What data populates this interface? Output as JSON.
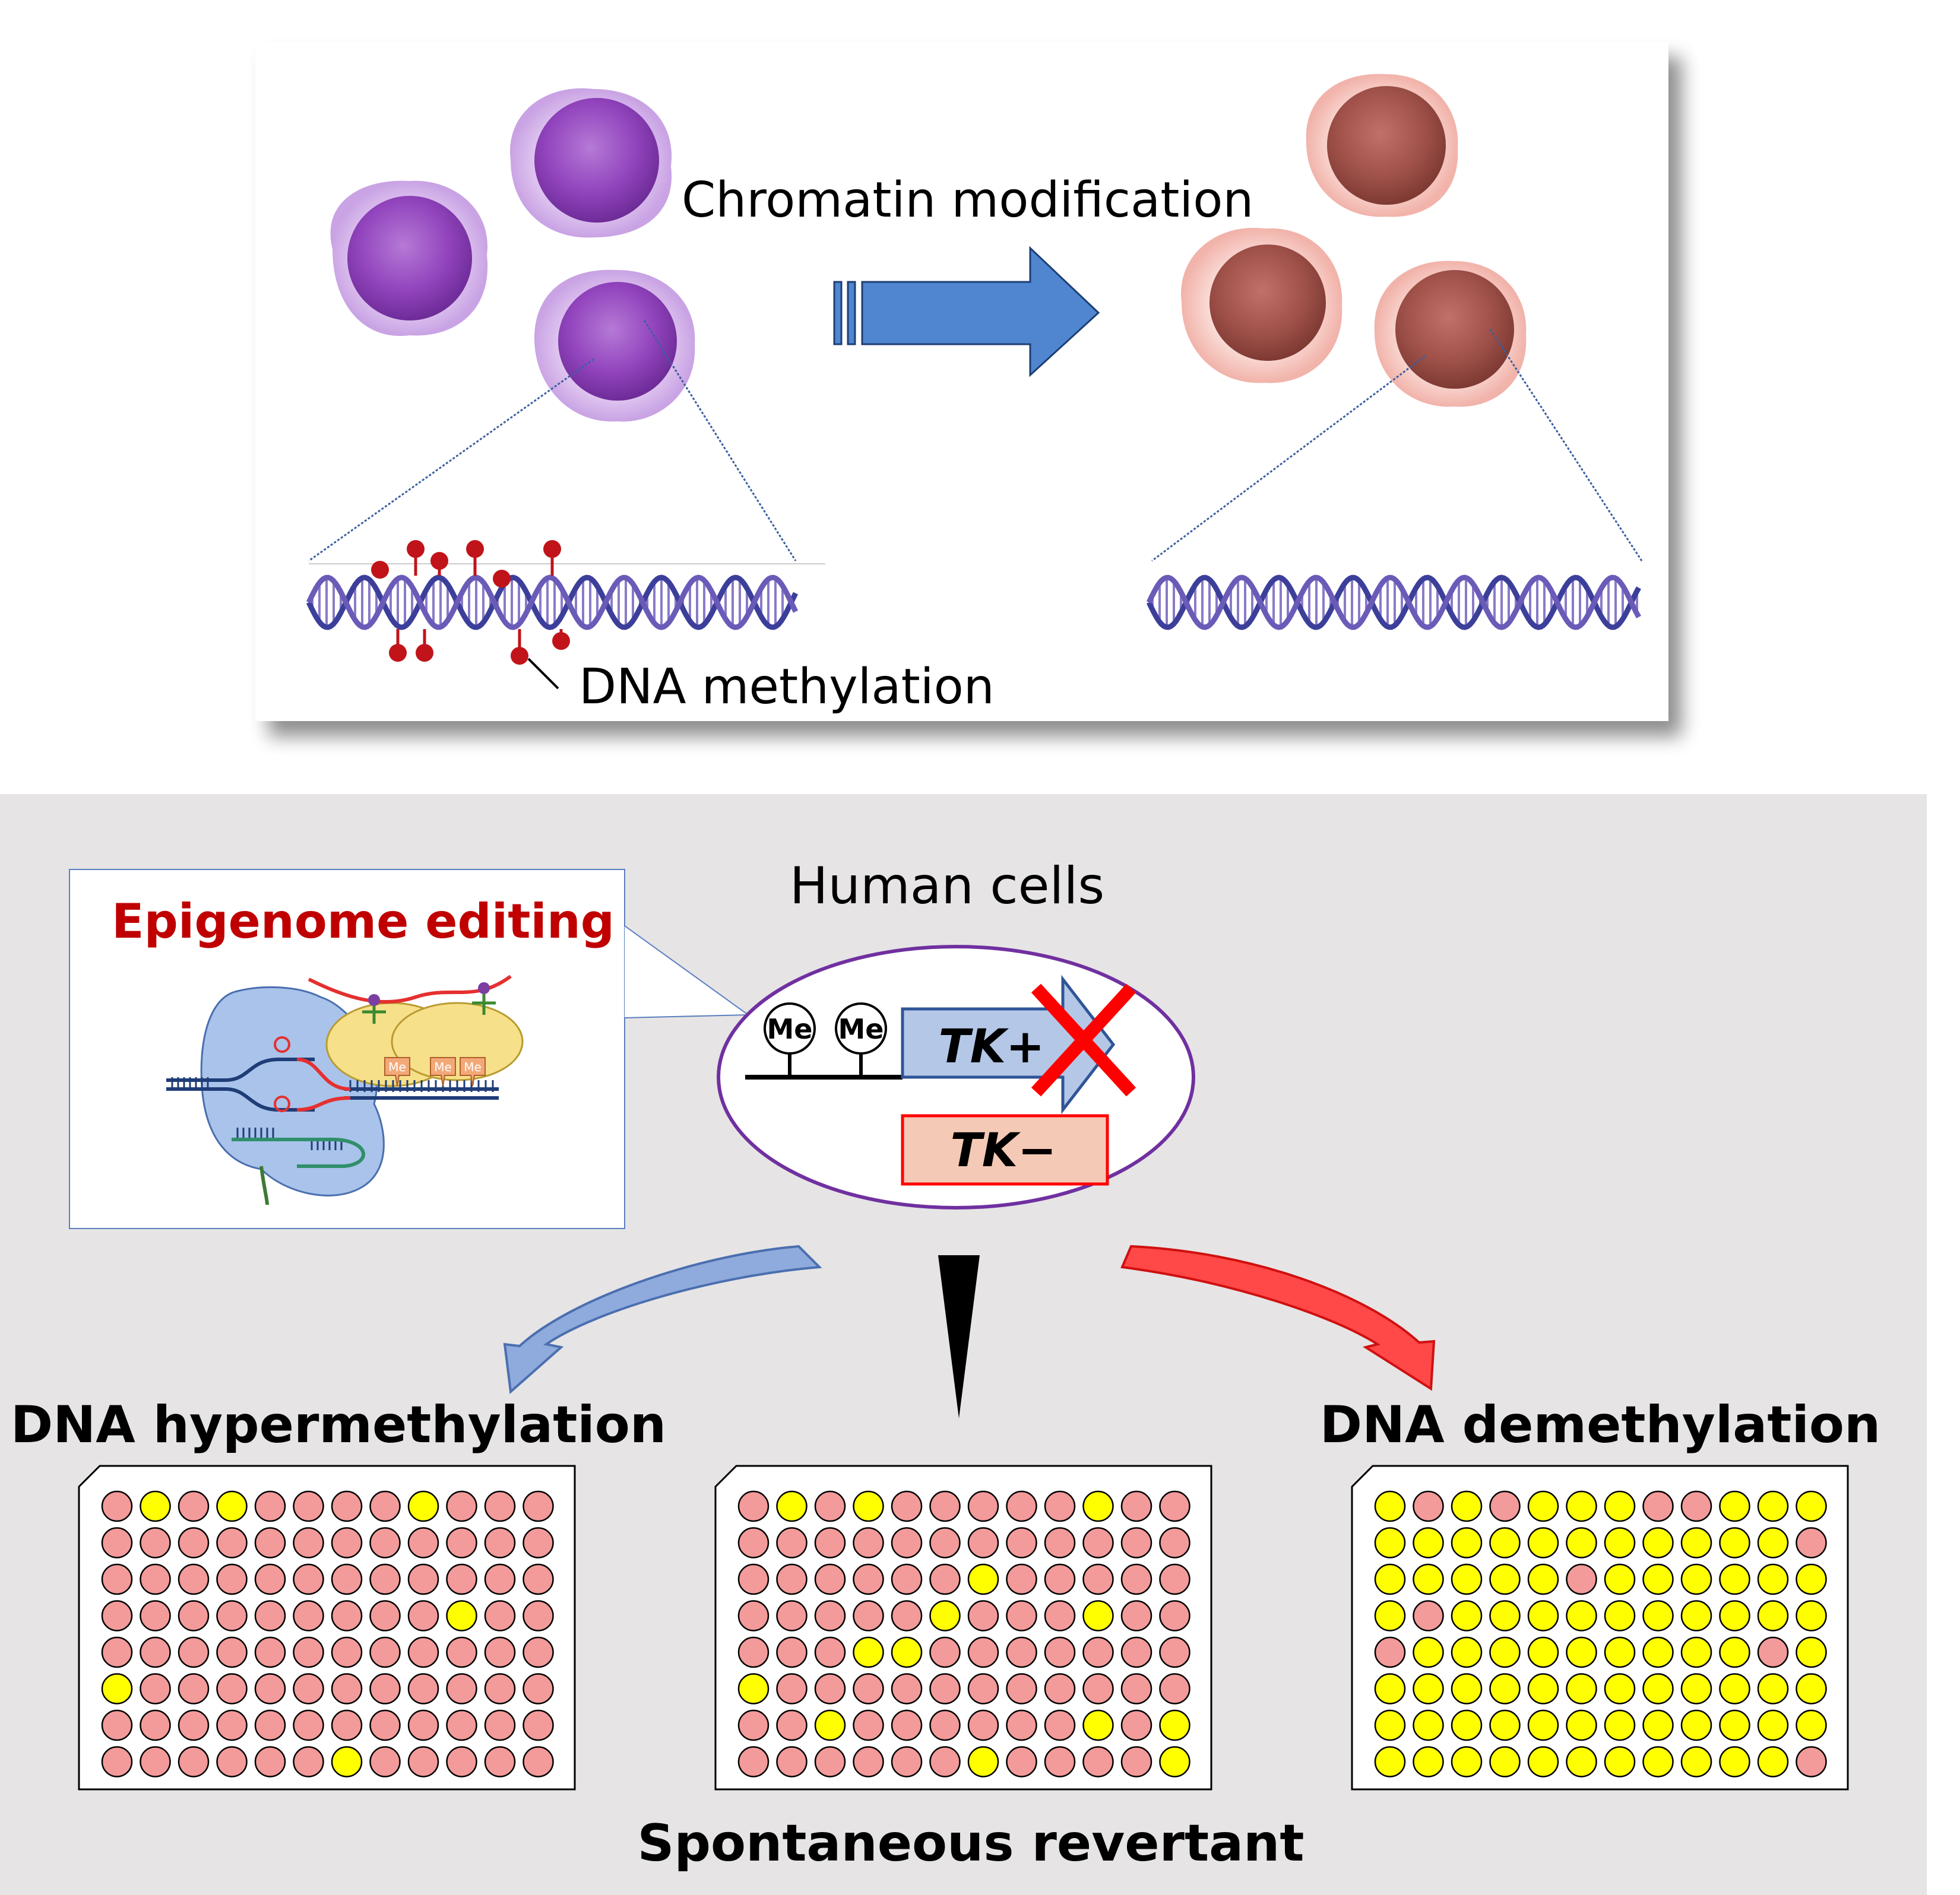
{
  "top_panel": {
    "arrow_label": "Chromatin modification",
    "methyl_label": "DNA methylation",
    "colors": {
      "before_cell": "#9a4fc2",
      "after_cell": "#a5574a",
      "arrow": "#4f86cf",
      "methyl": "#c0141a"
    }
  },
  "bottom_panel": {
    "inset_title": "Epigenome editing",
    "inset_me": [
      "Me",
      "Me",
      "Me"
    ],
    "title": "Human cells",
    "me_labels": [
      "Me",
      "Me"
    ],
    "tk_plus": "TK+",
    "tk_minus": "TK−",
    "outcomes": {
      "left": "DNA hypermethylation",
      "center": "Spontaneous revertant",
      "right": "DNA demethylation"
    },
    "colors": {
      "pink_well": "#f39a9a",
      "yellow_well": "#ffff00",
      "panel_bg": "#e6e4e5",
      "red_title": "#c00000"
    },
    "plates": [
      {
        "name": "hypermethylation",
        "wells": [
          "PYPYPPPPYPPP",
          "PPPPPPPPPPPP",
          "PPPPPPPPPPPP",
          "PPPPPPPPPYPP",
          "PPPPPPPPPPPP",
          "YPPPPPPPPPPP",
          "PPPPPPPPPPPP",
          "PPPPPPYPPPPP"
        ]
      },
      {
        "name": "spontaneous",
        "wells": [
          "PYPYPPPPPYPP",
          "PPPPPPPPPPPP",
          "PPPPPPYPPPPP",
          "PPPPPYPPPYPP",
          "PPPYYPPPPPPP",
          "YPPPPPPPPPPP",
          "PPYPPPPPPYPY",
          "PPPPPPYPPPPY"
        ]
      },
      {
        "name": "demethylation",
        "wells": [
          "YPYPYYYPPYYY",
          "YYYYYYYYYYYP",
          "YYYYYPYYYYYY",
          "YPYYYYYYYYYY",
          "PYYYYYYYYYPY",
          "YYYYYYYYYYYY",
          "YYYYYYYYYYYY",
          "YYYYYYYYYYYP"
        ]
      }
    ]
  }
}
